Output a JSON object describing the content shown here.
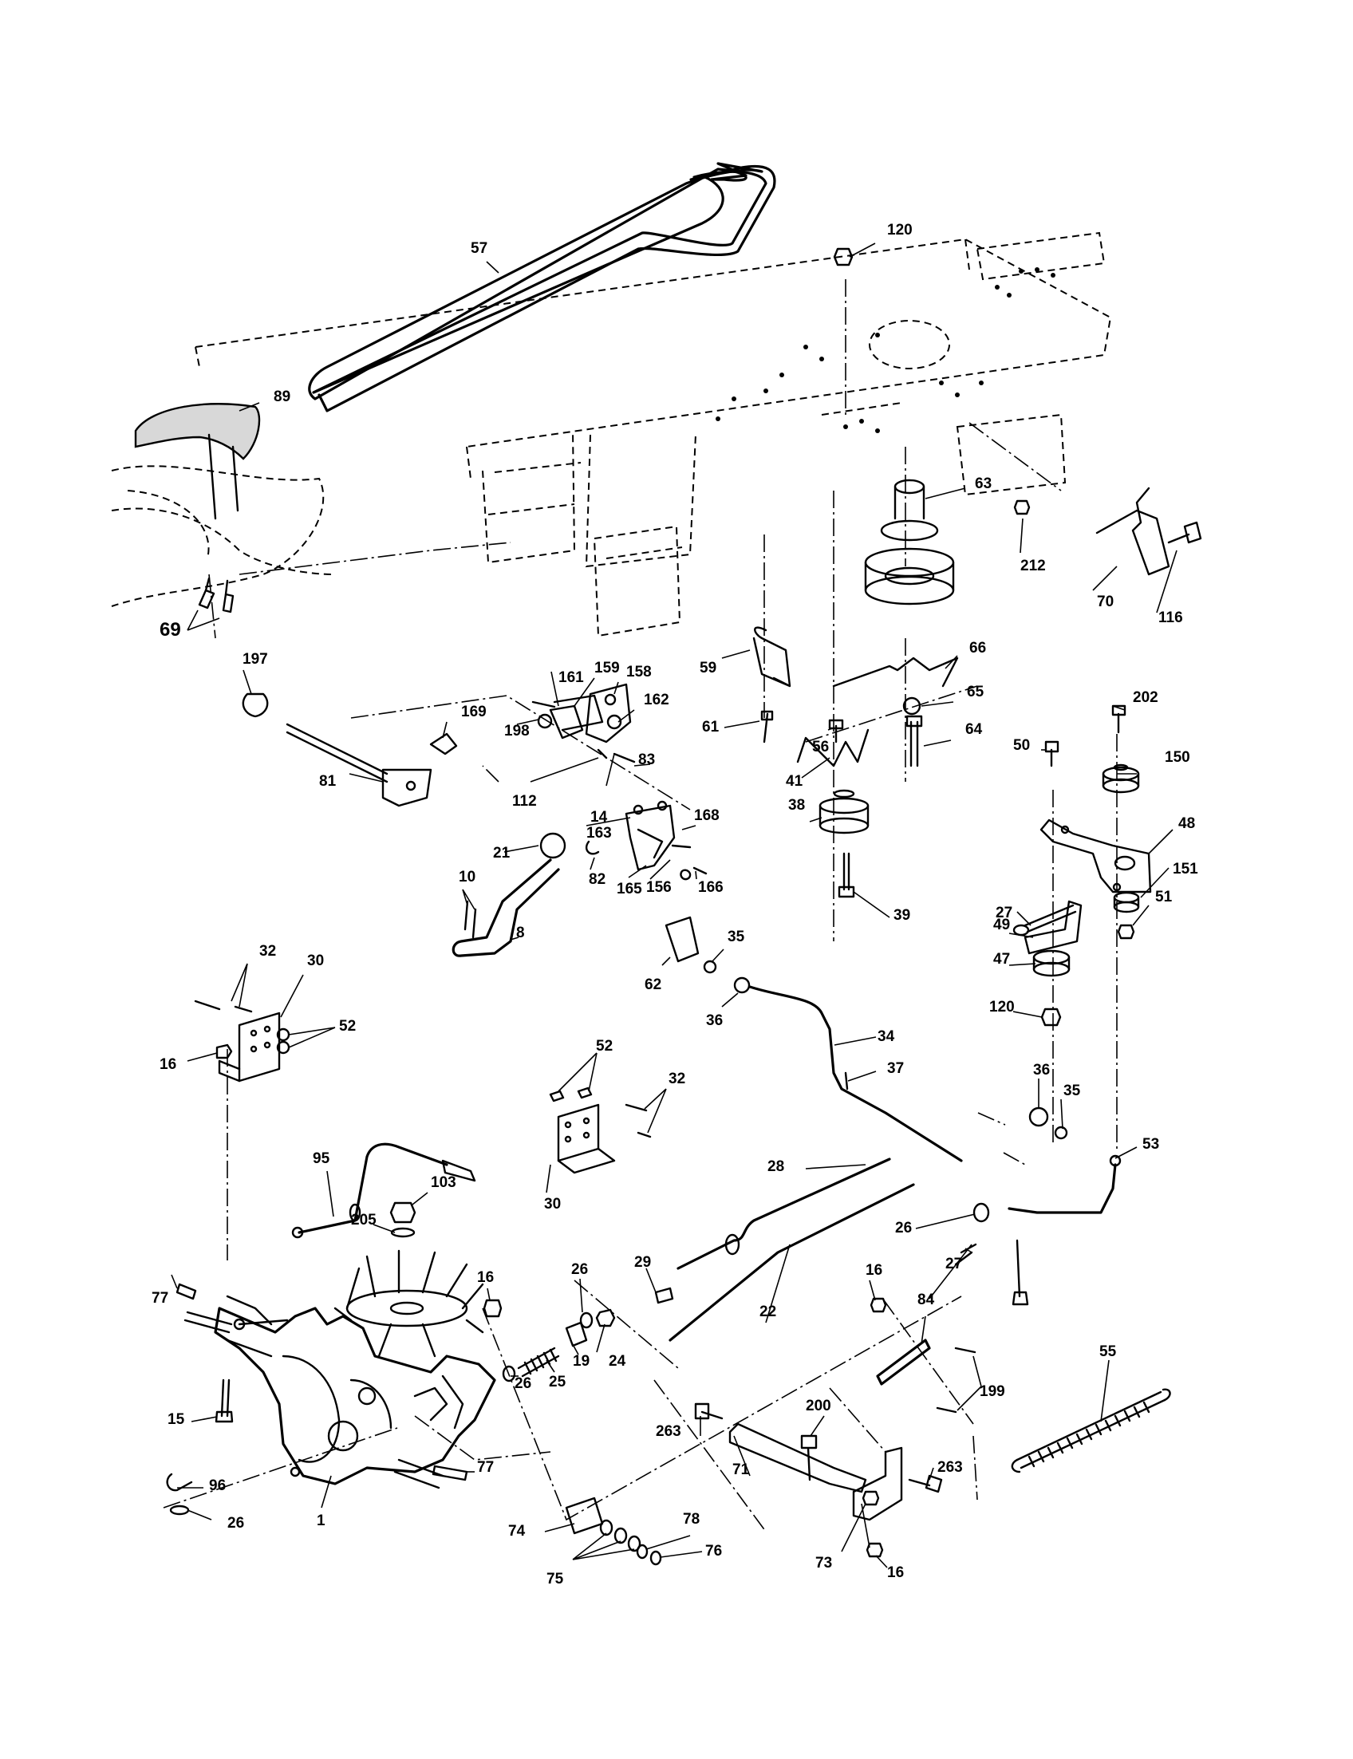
{
  "diagram": {
    "parts": [
      {
        "id": "p57",
        "label": "57",
        "name": "drive-belt"
      },
      {
        "id": "p120a",
        "label": "120",
        "name": "lock-nut"
      },
      {
        "id": "p89",
        "label": "89",
        "name": "pedal-pad"
      },
      {
        "id": "p63",
        "label": "63",
        "name": "idler-pulley-stepped"
      },
      {
        "id": "p212",
        "label": "212",
        "name": "nut"
      },
      {
        "id": "p70",
        "label": "70",
        "name": "belt-keeper"
      },
      {
        "id": "p116",
        "label": "116",
        "name": "bolt"
      },
      {
        "id": "p69",
        "label": "69",
        "name": "bolts"
      },
      {
        "id": "p197",
        "label": "197",
        "name": "bushing"
      },
      {
        "id": "p59",
        "label": "59",
        "name": "belt-guide"
      },
      {
        "id": "p66",
        "label": "66",
        "name": "belt-keeper-wire"
      },
      {
        "id": "p161",
        "label": "161",
        "name": "bolt"
      },
      {
        "id": "p159",
        "label": "159",
        "name": "bracket"
      },
      {
        "id": "p158",
        "label": "158",
        "name": "plate"
      },
      {
        "id": "p169",
        "label": "169",
        "name": "clip"
      },
      {
        "id": "p198",
        "label": "198",
        "name": "washer"
      },
      {
        "id": "p162",
        "label": "162",
        "name": "spacer"
      },
      {
        "id": "p61",
        "label": "61",
        "name": "bolt"
      },
      {
        "id": "p65",
        "label": "65",
        "name": "washer"
      },
      {
        "id": "p202",
        "label": "202",
        "name": "bolt"
      },
      {
        "id": "p56",
        "label": "56",
        "name": "bolt"
      },
      {
        "id": "p64",
        "label": "64",
        "name": "bolt"
      },
      {
        "id": "p81",
        "label": "81",
        "name": "cross-shaft"
      },
      {
        "id": "p112",
        "label": "112",
        "name": "washer"
      },
      {
        "id": "p14",
        "label": "14",
        "name": "nut"
      },
      {
        "id": "p83",
        "label": "83",
        "name": "bolt"
      },
      {
        "id": "p50",
        "label": "50",
        "name": "bolt"
      },
      {
        "id": "p150",
        "label": "150",
        "name": "flat-idler"
      },
      {
        "id": "p41",
        "label": "41",
        "name": "belt-guide-wire"
      },
      {
        "id": "p163",
        "label": "163",
        "name": "bracket"
      },
      {
        "id": "p168",
        "label": "168",
        "name": "bolt"
      },
      {
        "id": "p21",
        "label": "21",
        "name": "knob"
      },
      {
        "id": "p38",
        "label": "38",
        "name": "idler-pulley"
      },
      {
        "id": "p48",
        "label": "48",
        "name": "idler-arm"
      },
      {
        "id": "p82",
        "label": "82",
        "name": "clip"
      },
      {
        "id": "p165",
        "label": "165",
        "name": "bracket"
      },
      {
        "id": "p156",
        "label": "156",
        "name": "washer"
      },
      {
        "id": "p166",
        "label": "166",
        "name": "screw"
      },
      {
        "id": "p27a",
        "label": "27",
        "name": "eyebolt"
      },
      {
        "id": "p151",
        "label": "151",
        "name": "flat-idler"
      },
      {
        "id": "p10",
        "label": "10",
        "name": "bolts"
      },
      {
        "id": "p39",
        "label": "39",
        "name": "bolt"
      },
      {
        "id": "p51",
        "label": "51",
        "name": "nut"
      },
      {
        "id": "p49",
        "label": "49",
        "name": "belt-keeper"
      },
      {
        "id": "p8",
        "label": "8",
        "name": "shift-lever"
      },
      {
        "id": "p32a",
        "label": "32",
        "name": "bolts"
      },
      {
        "id": "p30a",
        "label": "30",
        "name": "bracket"
      },
      {
        "id": "p35a",
        "label": "35",
        "name": "nut"
      },
      {
        "id": "p62",
        "label": "62",
        "name": "bushing"
      },
      {
        "id": "p47",
        "label": "47",
        "name": "v-idler"
      },
      {
        "id": "p52a",
        "label": "52",
        "name": "nuts"
      },
      {
        "id": "p120b",
        "label": "120",
        "name": "lock-nut"
      },
      {
        "id": "p16a",
        "label": "16",
        "name": "nut"
      },
      {
        "id": "p36a",
        "label": "36",
        "name": "washer"
      },
      {
        "id": "p34",
        "label": "34",
        "name": "brake-rod"
      },
      {
        "id": "p52b",
        "label": "52",
        "name": "nuts"
      },
      {
        "id": "p32b",
        "label": "32",
        "name": "bolts"
      },
      {
        "id": "p37",
        "label": "37",
        "name": "pin"
      },
      {
        "id": "p36b",
        "label": "36",
        "name": "washer"
      },
      {
        "id": "p35b",
        "label": "35",
        "name": "nut"
      },
      {
        "id": "p95",
        "label": "95",
        "name": "shift-rod"
      },
      {
        "id": "p53",
        "label": "53",
        "name": "rod"
      },
      {
        "id": "p103",
        "label": "103",
        "name": "nut"
      },
      {
        "id": "p28",
        "label": "28",
        "name": "clutch-rod"
      },
      {
        "id": "p30b",
        "label": "30",
        "name": "bracket"
      },
      {
        "id": "p205",
        "label": "205",
        "name": "washer"
      },
      {
        "id": "p26a",
        "label": "26",
        "name": "washer"
      },
      {
        "id": "p16b",
        "label": "16",
        "name": "nut"
      },
      {
        "id": "p26b",
        "label": "26",
        "name": "washer"
      },
      {
        "id": "p29",
        "label": "29",
        "name": "ferrule"
      },
      {
        "id": "p27b",
        "label": "27",
        "name": "eyebolt"
      },
      {
        "id": "p77a",
        "label": "77",
        "name": "key"
      },
      {
        "id": "p16c",
        "label": "16",
        "name": "nut"
      },
      {
        "id": "p84",
        "label": "84",
        "name": "link"
      },
      {
        "id": "p22",
        "label": "22",
        "name": "brake-rod"
      },
      {
        "id": "p55",
        "label": "55",
        "name": "spring"
      },
      {
        "id": "p24",
        "label": "24",
        "name": "nut"
      },
      {
        "id": "p19",
        "label": "19",
        "name": "spacer"
      },
      {
        "id": "p26c",
        "label": "26",
        "name": "washer"
      },
      {
        "id": "p25",
        "label": "25",
        "name": "spring"
      },
      {
        "id": "p199",
        "label": "199",
        "name": "bolts"
      },
      {
        "id": "p15",
        "label": "15",
        "name": "bolt"
      },
      {
        "id": "p200",
        "label": "200",
        "name": "bolt"
      },
      {
        "id": "p263a",
        "label": "263",
        "name": "bolt"
      },
      {
        "id": "p71",
        "label": "71",
        "name": "brake-arm"
      },
      {
        "id": "p263b",
        "label": "263",
        "name": "bolt"
      },
      {
        "id": "p77b",
        "label": "77",
        "name": "key"
      },
      {
        "id": "p96",
        "label": "96",
        "name": "cotter-pin"
      },
      {
        "id": "p1",
        "label": "1",
        "name": "transaxle"
      },
      {
        "id": "p26d",
        "label": "26",
        "name": "washer"
      },
      {
        "id": "p78",
        "label": "78",
        "name": "washer"
      },
      {
        "id": "p74",
        "label": "74",
        "name": "spacer"
      },
      {
        "id": "p76",
        "label": "76",
        "name": "ring"
      },
      {
        "id": "p73",
        "label": "73",
        "name": "bracket"
      },
      {
        "id": "p16d",
        "label": "16",
        "name": "nut"
      },
      {
        "id": "p75",
        "label": "75",
        "name": "washers"
      }
    ]
  }
}
